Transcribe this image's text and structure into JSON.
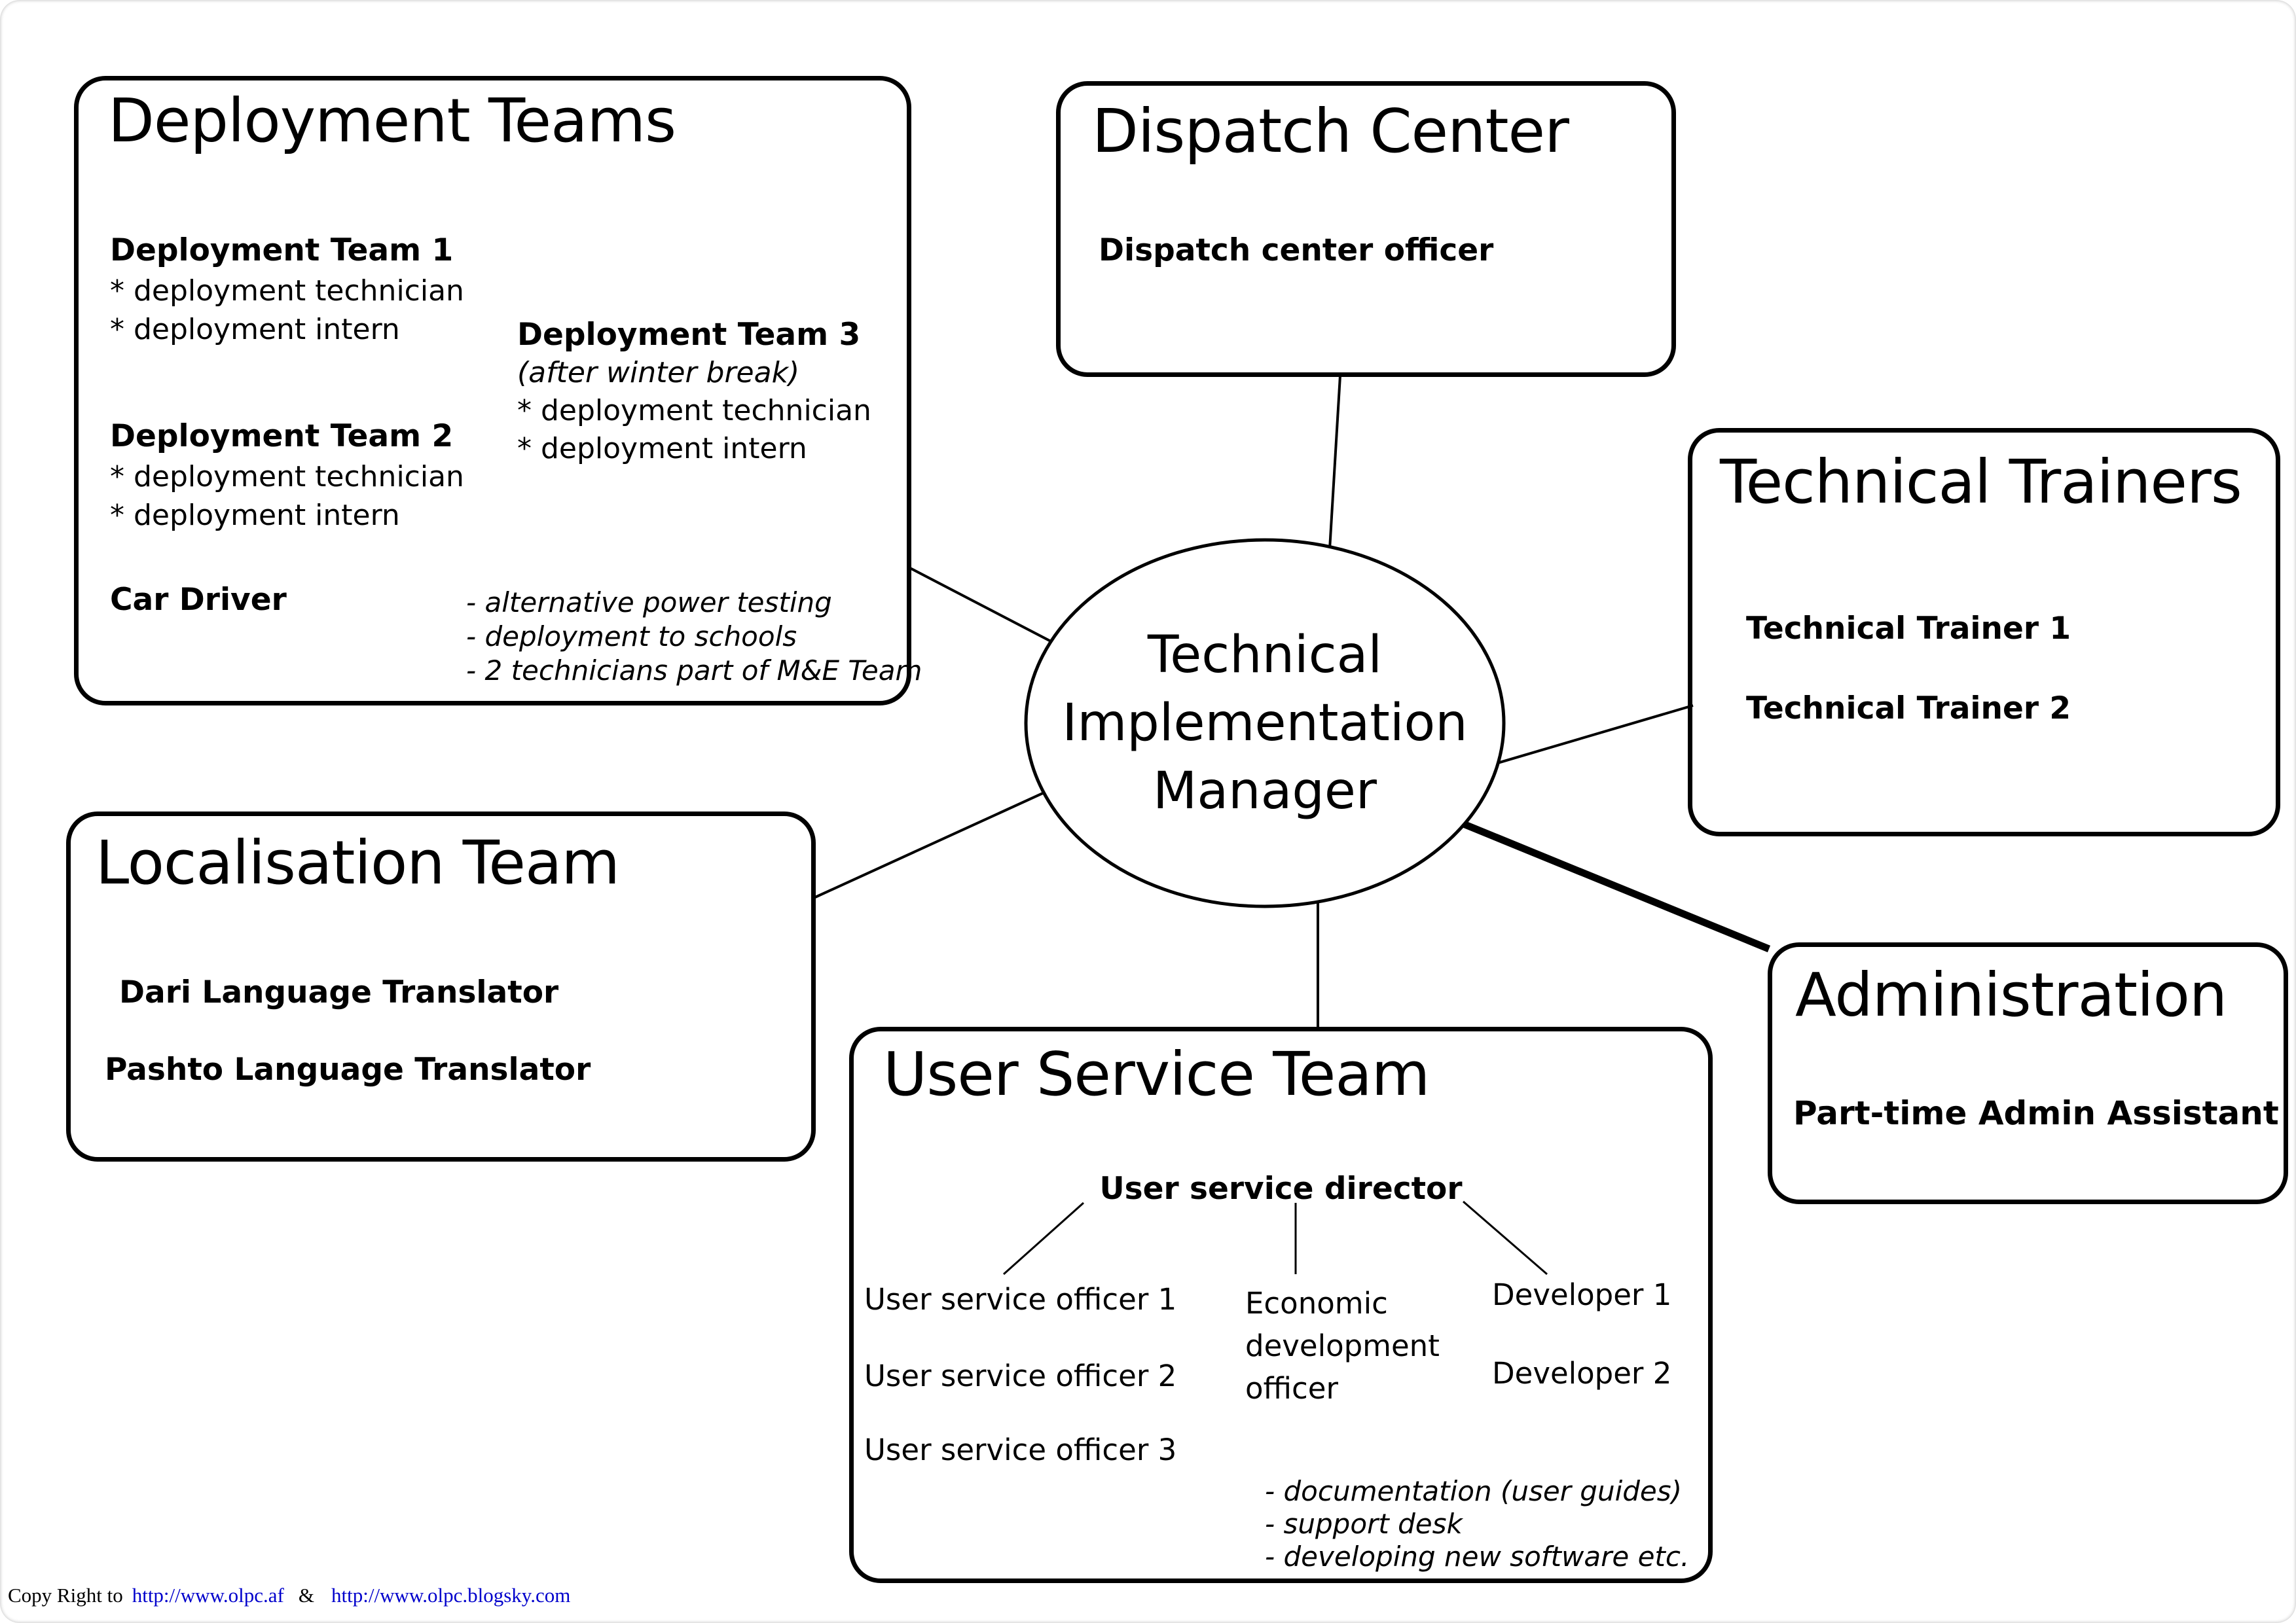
{
  "center": {
    "line1": "Technical",
    "line2": "Implementation",
    "line3": "Manager"
  },
  "deployment": {
    "title": "Deployment Teams",
    "team1": {
      "heading": "Deployment Team 1",
      "item1": "* deployment technician",
      "item2": "* deployment intern"
    },
    "team2": {
      "heading": "Deployment Team 2",
      "item1": "* deployment technician",
      "item2": "* deployment intern"
    },
    "team3": {
      "heading": "Deployment Team 3",
      "note": "(after winter break)",
      "item1": "* deployment technician",
      "item2": "* deployment intern"
    },
    "car_driver": "Car Driver",
    "notes": {
      "n1": "- alternative power testing",
      "n2": "- deployment to schools",
      "n3": "- 2 technicians part of M&E Team"
    }
  },
  "dispatch": {
    "title": "Dispatch Center",
    "officer": "Dispatch center officer"
  },
  "trainers": {
    "title": "Technical Trainers",
    "trainer1": "Technical Trainer 1",
    "trainer2": "Technical Trainer 2"
  },
  "localisation": {
    "title": "Localisation Team",
    "dari": "Dari Language Translator",
    "pashto": "Pashto Language Translator"
  },
  "administration": {
    "title": "Administration",
    "assistant": "Part-time Admin Assistant"
  },
  "user_service": {
    "title": "User Service Team",
    "director": "User service director",
    "officer1": "User service officer 1",
    "officer2": "User service officer 2",
    "officer3": "User service officer 3",
    "economic": "Economic development officer",
    "developer1": "Developer 1",
    "developer2": "Developer 2",
    "notes": {
      "n1": "- documentation (user guides)",
      "n2": "- support desk",
      "n3": "- developing new software etc."
    }
  },
  "footer": {
    "prefix": "Copy Right to",
    "link1": "http://www.olpc.af",
    "separator": "&",
    "link2": "http://www.olpc.blogsky.com"
  },
  "colors": {
    "stroke": "#000000",
    "link_blue": "#0000cc",
    "background": "#ffffff"
  }
}
